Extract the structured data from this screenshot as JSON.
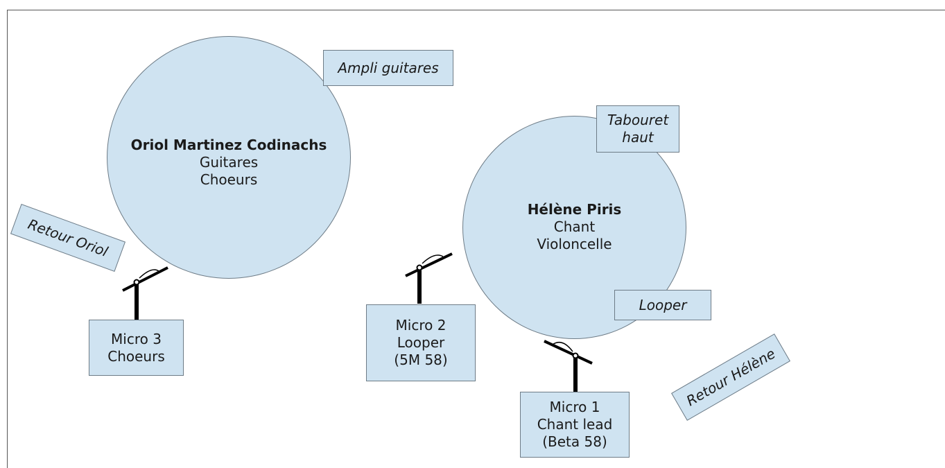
{
  "oriol": {
    "name": "Oriol Martinez Codinachs",
    "role1": "Guitares",
    "role2": "Choeurs"
  },
  "helene": {
    "name": "Hélène Piris",
    "role1": "Chant",
    "role2": "Violoncelle"
  },
  "ampli": "Ampli guitares",
  "tabouret": {
    "line1": "Tabouret",
    "line2": "haut"
  },
  "looper": "Looper",
  "retour_oriol": "Retour Oriol",
  "retour_helene": "Retour Hélène",
  "micro1": {
    "line1": "Micro 1",
    "line2": "Chant lead",
    "line3": "(Beta 58)"
  },
  "micro2": {
    "line1": "Micro 2",
    "line2": "Looper",
    "line3": "(5M 58)"
  },
  "micro3": {
    "line1": "Micro 3",
    "line2": "Choeurs"
  },
  "colors": {
    "fill": "#cfe3f1",
    "stroke": "#6d7b86",
    "mic": "#000000"
  }
}
